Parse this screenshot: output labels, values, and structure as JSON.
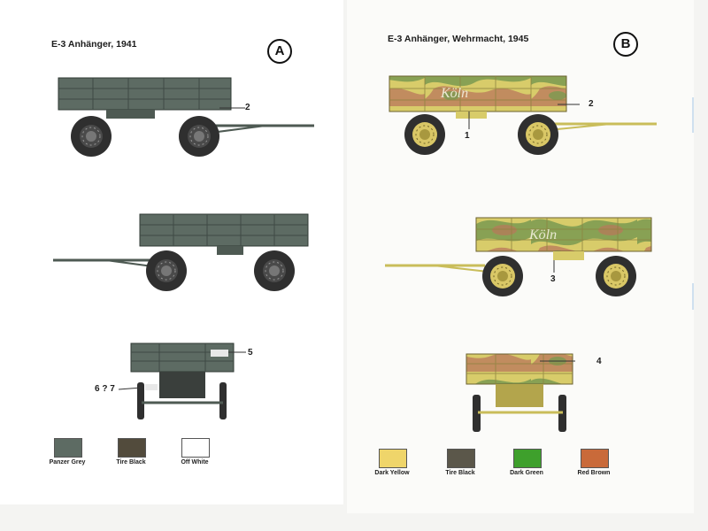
{
  "panels": {
    "a": {
      "title": "E-3 Anhänger, 1941",
      "badge": "A",
      "callouts": {
        "c2": "2",
        "c5": "5",
        "c67": "6 ? 7"
      },
      "swatches": [
        {
          "label": "Panzer Grey",
          "color": "#5d6b63"
        },
        {
          "label": "Tire Black",
          "color": "#524b3c"
        },
        {
          "label": "Off White",
          "color": "#ffffff"
        }
      ]
    },
    "b": {
      "title": "E-3 Anhänger, Wehrmacht, 1945",
      "badge": "B",
      "callouts": {
        "c2": "2",
        "c1": "1",
        "c3": "3",
        "c4": "4"
      },
      "swatches": [
        {
          "label": "Dark Yellow",
          "color": "#efd56a"
        },
        {
          "label": "Tire Black",
          "color": "#5b574a"
        },
        {
          "label": "Dark Green",
          "color": "#3ea02c"
        },
        {
          "label": "Red Brown",
          "color": "#c96a3a"
        }
      ]
    }
  },
  "colors": {
    "grey": "#5d6b63",
    "grey_dark": "#3f4a44",
    "yellow": "#d8cc6a",
    "green": "#7a9a50",
    "brown": "#b9765a",
    "tire": "#2f2f2f"
  },
  "icons": [
    "trailer-side-view",
    "trailer-rear-view",
    "wheel-icon"
  ]
}
